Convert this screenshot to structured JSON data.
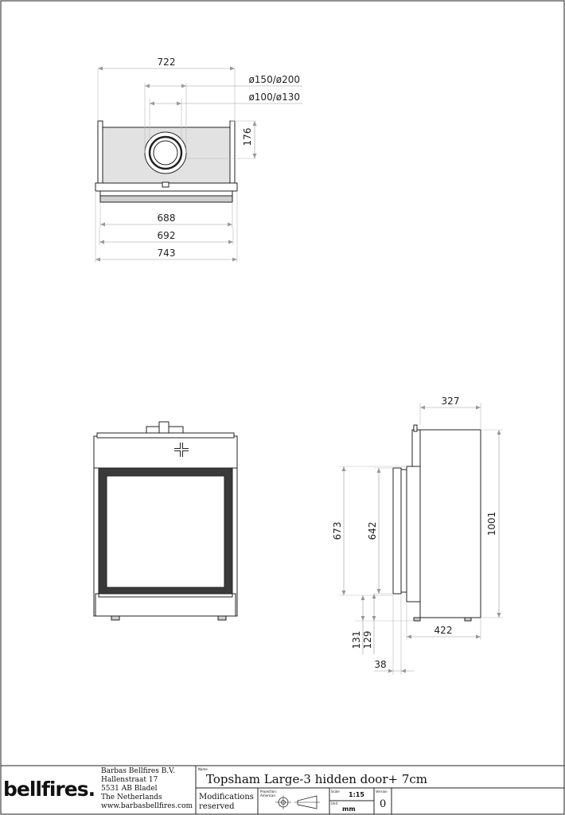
{
  "top_view": {
    "dim_overall_width": "722",
    "dim_flue_outer": "ø150/ø200",
    "dim_flue_inner": "ø100/ø130",
    "dim_flue_offset": "176",
    "dim_688": "688",
    "dim_692": "692",
    "dim_743": "743"
  },
  "side_view": {
    "dim_depth_top": "327",
    "dim_height_total": "1001",
    "dim_673": "673",
    "dim_642": "642",
    "dim_131": "131",
    "dim_129": "129",
    "dim_422": "422",
    "dim_38": "38"
  },
  "title_block": {
    "company": "Barbas Bellfires B.V.",
    "address_street": "Hallenstraat 17",
    "address_city": "5531 AB Bladel",
    "address_country": "The Netherlands",
    "website": "www.barbasbellfires.com",
    "logo_text": "bellfires.",
    "name_label": "Name",
    "product_name": "Topsham Large-3 hidden door+ 7cm",
    "modifications": "Modifications",
    "reserved": "reserved",
    "projection_label": "Projection:",
    "projection_value": "American",
    "scale_label": "Scale",
    "scale_value": "1:15",
    "unit_label": "Unit",
    "unit_value": "mm",
    "version_label": "Version",
    "version_value": "0"
  }
}
